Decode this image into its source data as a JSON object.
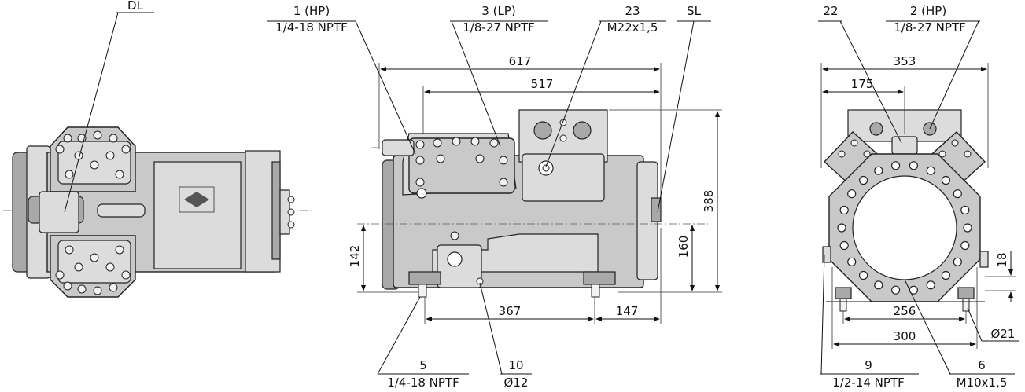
{
  "labels": {
    "dl": "DL",
    "hp1_num": "1 (HP)",
    "hp1_thread": "1/4-18 NPTF",
    "lp3_num": "3 (LP)",
    "lp3_thread": "1/8-27 NPTF",
    "p23_num": "23",
    "p23_thread": "M22x1,5",
    "sl": "SL",
    "p22_num": "22",
    "hp2_num": "2 (HP)",
    "hp2_thread": "1/8-27 NPTF",
    "p5_num": "5",
    "p5_thread": "1/4-18 NPTF",
    "p10_num": "10",
    "p10_dia": "Ø12",
    "p9_num": "9",
    "p9_thread": "1/2-14 NPTF",
    "p6_num": "6",
    "p6_thread": "M10x1,5",
    "dia21": "Ø21"
  },
  "dimensions": {
    "d617": "617",
    "d517": "517",
    "d388": "388",
    "d160": "160",
    "d142": "142",
    "d367": "367",
    "d147": "147",
    "d353": "353",
    "d175": "175",
    "d256": "256",
    "d300": "300",
    "d18": "18"
  }
}
